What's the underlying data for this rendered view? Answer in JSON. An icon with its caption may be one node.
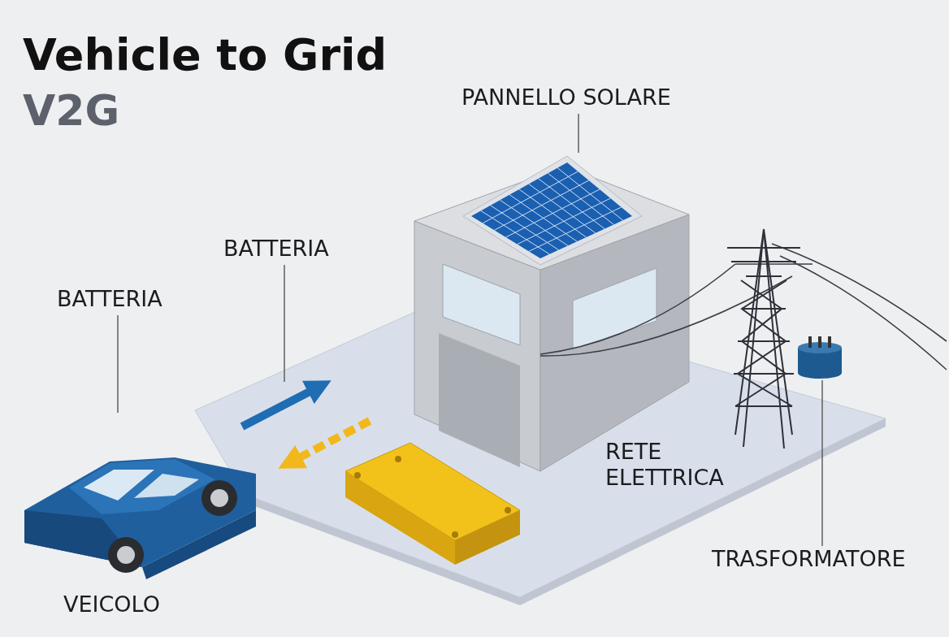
{
  "diagram": {
    "title": "Vehicle to Grid",
    "nodes": [
      {
        "text": [
          "PANNELLO SOLARE"
        ]
      },
      {
        "text": [],
        "shape": "picture"
      },
      {
        "text": [
          "BATTERIA"
        ]
      },
      {
        "text": [
          "BATTERIA"
        ]
      },
      {
        "text": [],
        "shape": "picture"
      },
      {
        "text": [],
        "shape": "cylinder"
      },
      {
        "text": [
          "TRASFORMATORE"
        ]
      }
    ],
    "edges": [
      {
        "from": 0,
        "to": 1,
        "arrow": "none"
      },
      {
        "from": 2,
        "to": null,
        "arrow": "none"
      },
      {
        "from": 3,
        "to": 4,
        "arrow": "none"
      },
      {
        "from": 6,
        "to": 5,
        "arrow": "none"
      }
    ],
    "labels": [
      "V2G",
      "VEICOLO",
      "RETE ELETTRICA"
    ]
  }
}
